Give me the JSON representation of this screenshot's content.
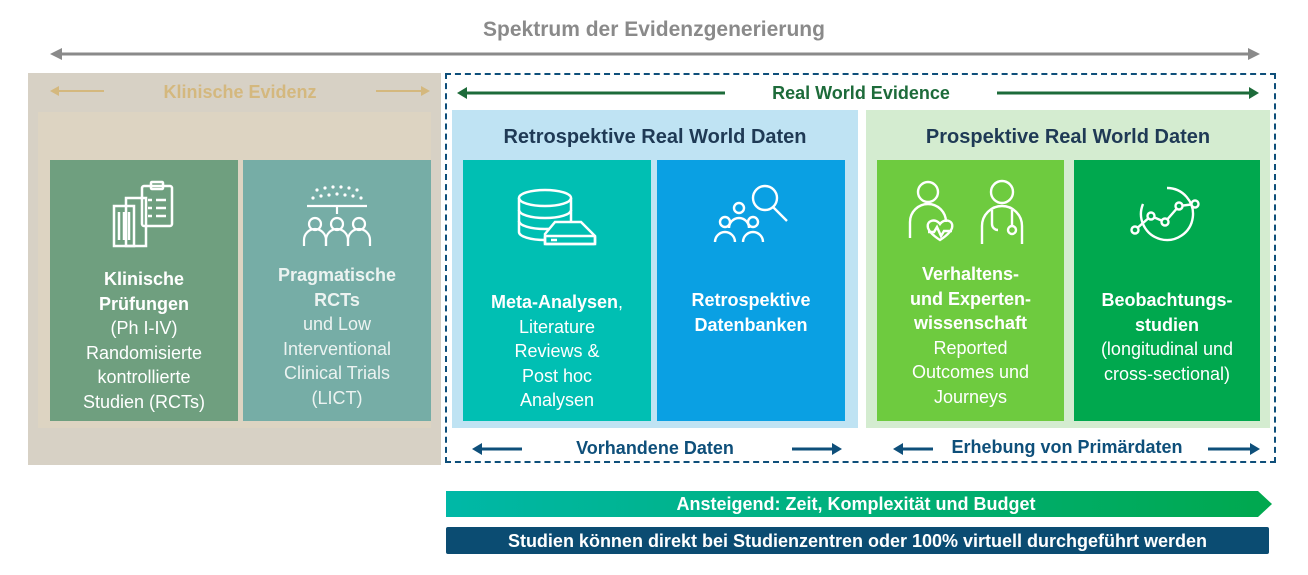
{
  "title": "Spektrum der Evidenzgenerierung",
  "clinical": {
    "label": "Klinische Evidenz",
    "cards": [
      {
        "line1": "Klinische",
        "line2": "Prüfungen",
        "rest": [
          "(Ph I-IV)",
          "Randomisierte",
          "kontrollierte",
          "Studien (RCTs)"
        ],
        "icon": "clinical-trial-buildings-icon"
      },
      {
        "line1": "Pragmatische",
        "line2": "RCTs",
        "rest": [
          "und Low",
          "Interventional",
          "Clinical Trials",
          "(LICT)"
        ],
        "icon": "population-group-icon"
      }
    ]
  },
  "rwe": {
    "label": "Real World Evidence",
    "retro": {
      "title": "Retrospektive Real World Daten",
      "footer": "Vorhandene Daten",
      "cards": [
        {
          "bold": "Meta-Analysen",
          "tail": ",",
          "rest": [
            "Literature",
            "Reviews &",
            "Post hoc",
            "Analysen"
          ],
          "icon": "database-icon"
        },
        {
          "bold_lines": [
            "Retrospektive",
            "Datenbanken"
          ],
          "icon": "people-search-icon"
        }
      ]
    },
    "pro": {
      "title": "Prospektive Real World Daten",
      "footer": "Erhebung von Primärdaten",
      "cards": [
        {
          "bold_lines": [
            "Verhaltens-",
            "und Experten-",
            "wissenschaft"
          ],
          "rest": [
            "Reported",
            "Outcomes und",
            "Journeys"
          ],
          "icon": "patient-doctor-icon"
        },
        {
          "bold_lines": [
            "Beobachtungs-",
            "studien"
          ],
          "rest": [
            "(longitudinal und",
            "cross-sectional)"
          ],
          "icon": "trend-chart-icon"
        }
      ]
    }
  },
  "bars": {
    "gradient_label": "Ansteigend: Zeit, Komplexität und Budget",
    "dark_label": "Studien können direkt bei Studienzentren oder 100% virtuell durchgeführt werden"
  },
  "colors": {
    "grey_title": "#8a8a8a",
    "clinical_bg": "#d7d1c5",
    "clinical_label": "#d4b87e",
    "card_green_dark": "#6f9f7f",
    "card_teal_grey": "#76ada6",
    "rwe_label": "#1d6b3a",
    "retro_bg": "#bfe3f3",
    "card_teal": "#00bfb3",
    "card_blue": "#0aa0e3",
    "pro_bg": "#d4ecd0",
    "card_lime": "#6ecb3f",
    "card_green": "#00a84e",
    "navy": "#0e4f7a",
    "bar_dark": "#0b4c72"
  }
}
